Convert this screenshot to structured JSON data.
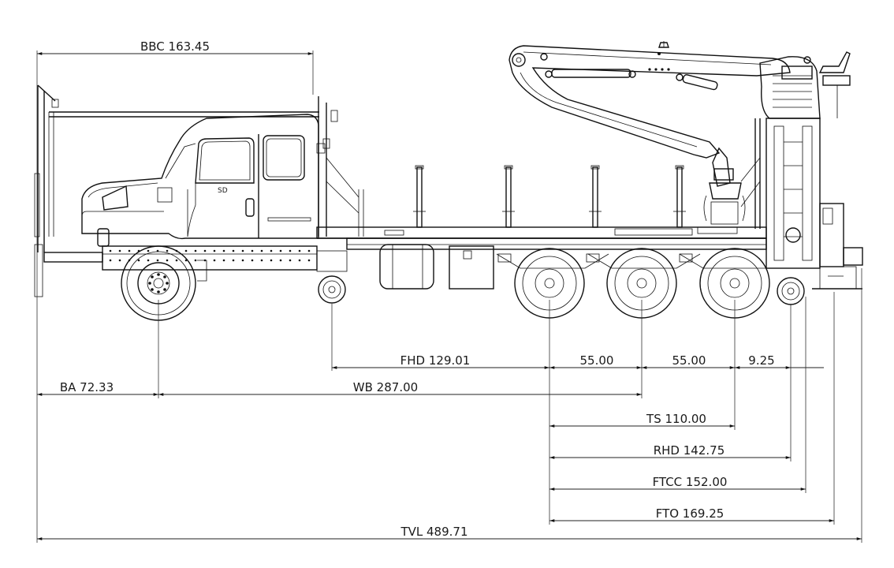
{
  "drawing": {
    "dimensions": [
      {
        "id": "bbc",
        "label": "BBC 163.45"
      },
      {
        "id": "ba",
        "label": "BA 72.33"
      },
      {
        "id": "wb",
        "label": "WB 287.00"
      },
      {
        "id": "fhd",
        "label": "FHD 129.01"
      },
      {
        "id": "s1",
        "label": "55.00"
      },
      {
        "id": "s2",
        "label": "55.00"
      },
      {
        "id": "s3",
        "label": "9.25"
      },
      {
        "id": "ts",
        "label": "TS 110.00"
      },
      {
        "id": "rhd",
        "label": "RHD 142.75"
      },
      {
        "id": "ftcc",
        "label": "FTCC 152.00"
      },
      {
        "id": "fto",
        "label": "FTO 169.25"
      },
      {
        "id": "tvl",
        "label": "TVL 489.71"
      }
    ],
    "cab_badge": "SD"
  }
}
